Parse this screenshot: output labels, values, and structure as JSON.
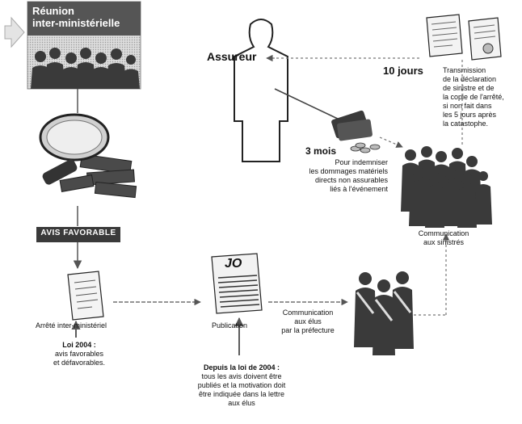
{
  "reunion": {
    "line1": "Réunion",
    "line2": "inter-ministérielle"
  },
  "assureur": "Assureur",
  "ten_days": "10 jours",
  "transmission": [
    "Transmission",
    "de la déclaration",
    "de sinistre et de",
    "la copie de l'arrêté,",
    "si non fait dans",
    "les 5 jours après",
    "la catastophe."
  ],
  "three_months": "3 mois",
  "indemniser": [
    "Pour indemniser",
    "les dommages matériels",
    "directs non assurables",
    "liés à l'événement"
  ],
  "avis_favorable": "AVIS FAVORABLE",
  "communication_sinistres": [
    "Communication",
    "aux sinistrés"
  ],
  "jo": "JO",
  "arrete": "Arrêté inter-ministériel",
  "publication": "Publication",
  "communication_elus": [
    "Communication",
    "aux élus",
    "par la préfecture"
  ],
  "loi": {
    "title": "Loi 2004 :",
    "lines": [
      "avis favorables",
      "et défavorables."
    ]
  },
  "depuis": {
    "title": "Depuis la loi de 2004 :",
    "lines": [
      "tous les avis doivent être",
      "publiés et la motivation doit",
      "être indiquée dans la lettre",
      "aux élus"
    ]
  }
}
